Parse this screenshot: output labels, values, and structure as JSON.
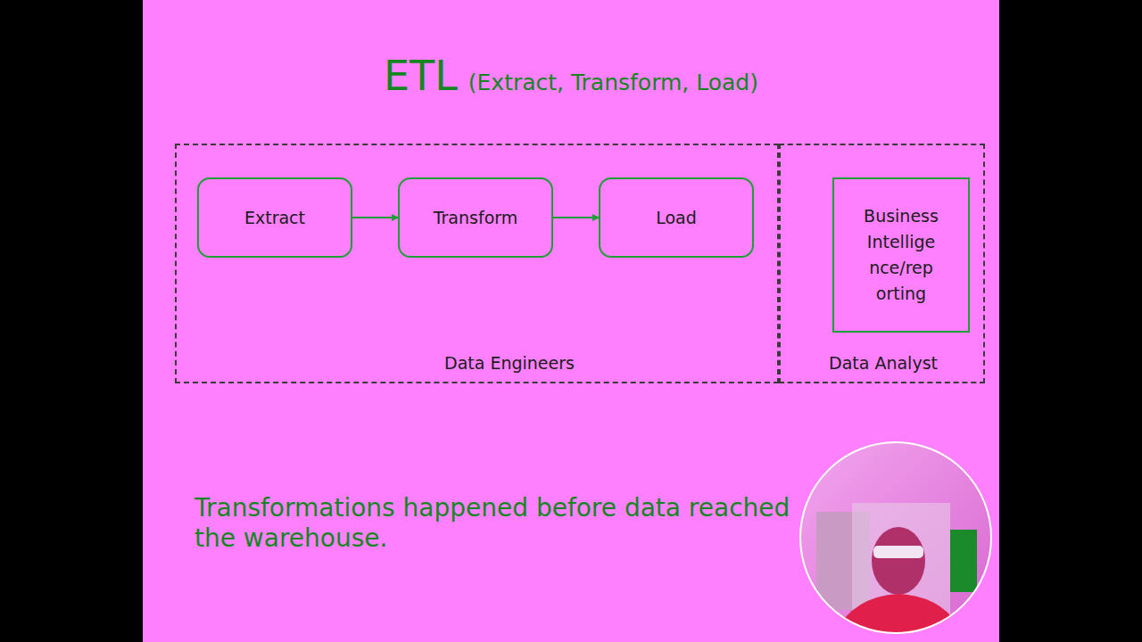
{
  "diagram": {
    "title": "ETL",
    "caption": "Transformations happened before data reached the warehouse.",
    "nodes": [
      {
        "text": [
          "Data Engineers"
        ]
      },
      {
        "text": [
          "Extract"
        ],
        "in": 0
      },
      {
        "text": [
          "Transform"
        ],
        "in": 0
      },
      {
        "text": [
          "Load"
        ],
        "in": 0
      },
      {
        "text": [
          "Data Analyst"
        ]
      },
      {
        "text": [
          "Business Intellige nce/rep orting"
        ],
        "in": 4
      }
    ],
    "edges": [
      {
        "from": 1,
        "to": 2,
        "arrow": "to"
      },
      {
        "from": 2,
        "to": 3,
        "arrow": "to"
      }
    ],
    "labels": [
      "(Extract, Transform, Load)"
    ]
  }
}
